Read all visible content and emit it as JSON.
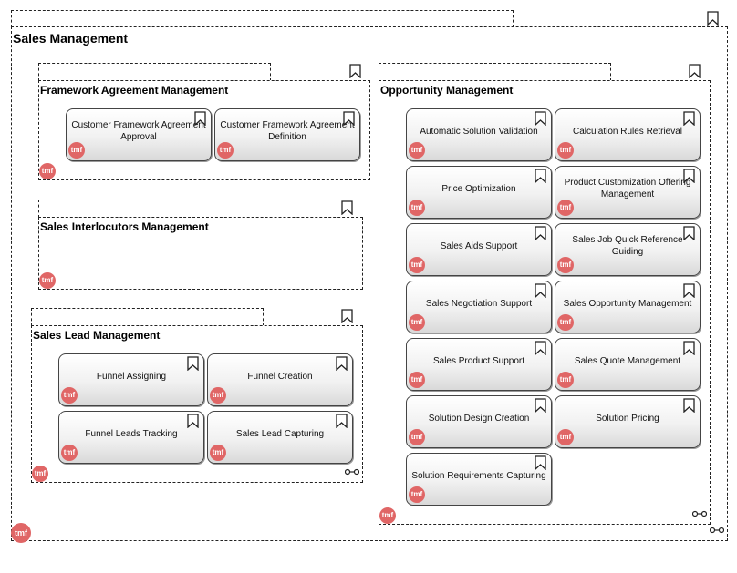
{
  "sales_management": {
    "title": "Sales Management",
    "tmf_label": "tmf",
    "framework": {
      "title": "Framework Agreement Management",
      "cards": [
        "Customer Framework Agreement Approval",
        "Customer Framework Agreement Definition"
      ]
    },
    "interlocutors": {
      "title": "Sales Interlocutors Management",
      "cards": []
    },
    "lead": {
      "title": "Sales Lead Management",
      "cards": [
        "Funnel Assigning",
        "Funnel Creation",
        "Funnel Leads Tracking",
        "Sales Lead Capturing"
      ]
    },
    "opportunity": {
      "title": "Opportunity Management",
      "cards": [
        "Automatic Solution Validation",
        "Calculation Rules Retrieval",
        "Price Optimization",
        "Product Customization Offering Management",
        "Sales Aids Support",
        "Sales Job Quick Reference Guiding",
        "Sales Negotiation Support",
        "Sales Opportunity Management",
        "Sales Product Support",
        "Sales Quote Management",
        "Solution Design Creation",
        "Solution Pricing",
        "Solution Requirements Capturing"
      ]
    }
  },
  "icons": {
    "package": "bookmark-icon",
    "badge": "tmf-badge",
    "link": "link-icon"
  },
  "colors": {
    "badge": "#e06666",
    "border": "#222222",
    "card_top": "#ffffff",
    "card_bottom": "#d9d9d9"
  }
}
